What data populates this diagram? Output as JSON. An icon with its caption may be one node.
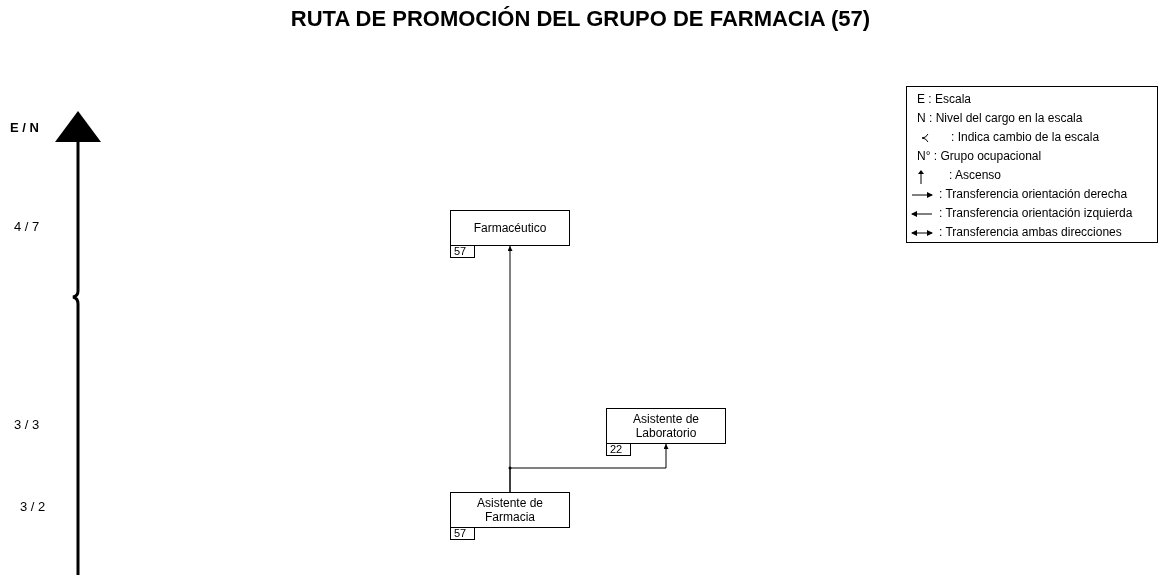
{
  "diagram": {
    "title": "RUTA DE PROMOCIÓN DEL GRUPO DE FARMACIA (57)",
    "nodes": [
      {
        "text": [
          "Farmacéutico"
        ],
        "beside": [
          "57"
        ]
      },
      {
        "text": [
          "Asistente de Laboratorio"
        ],
        "beside": [
          "22"
        ]
      },
      {
        "text": [
          "Asistente de Farmacia"
        ],
        "beside": [
          "57"
        ]
      }
    ],
    "edges": [
      {
        "from": 2,
        "to": 0,
        "arrow": "to"
      },
      {
        "from": 2,
        "to": 1,
        "arrow": "to"
      }
    ],
    "labels": [
      "E / N",
      "4 / 7",
      "3 / 3",
      "3 / 2"
    ],
    "legend": [
      {
        "text": "E : Escala"
      },
      {
        "text": "N : Nivel del cargo en la escala"
      },
      {
        "text": ": Indica cambio de la escala"
      },
      {
        "text": "N° : Grupo ocupacional"
      },
      {
        "text": ": Ascenso"
      },
      {
        "text": ": Transferencia orientación derecha"
      },
      {
        "text": ": Transferencia orientación izquierda"
      },
      {
        "text": ": Transferencia ambas direcciones"
      }
    ]
  }
}
